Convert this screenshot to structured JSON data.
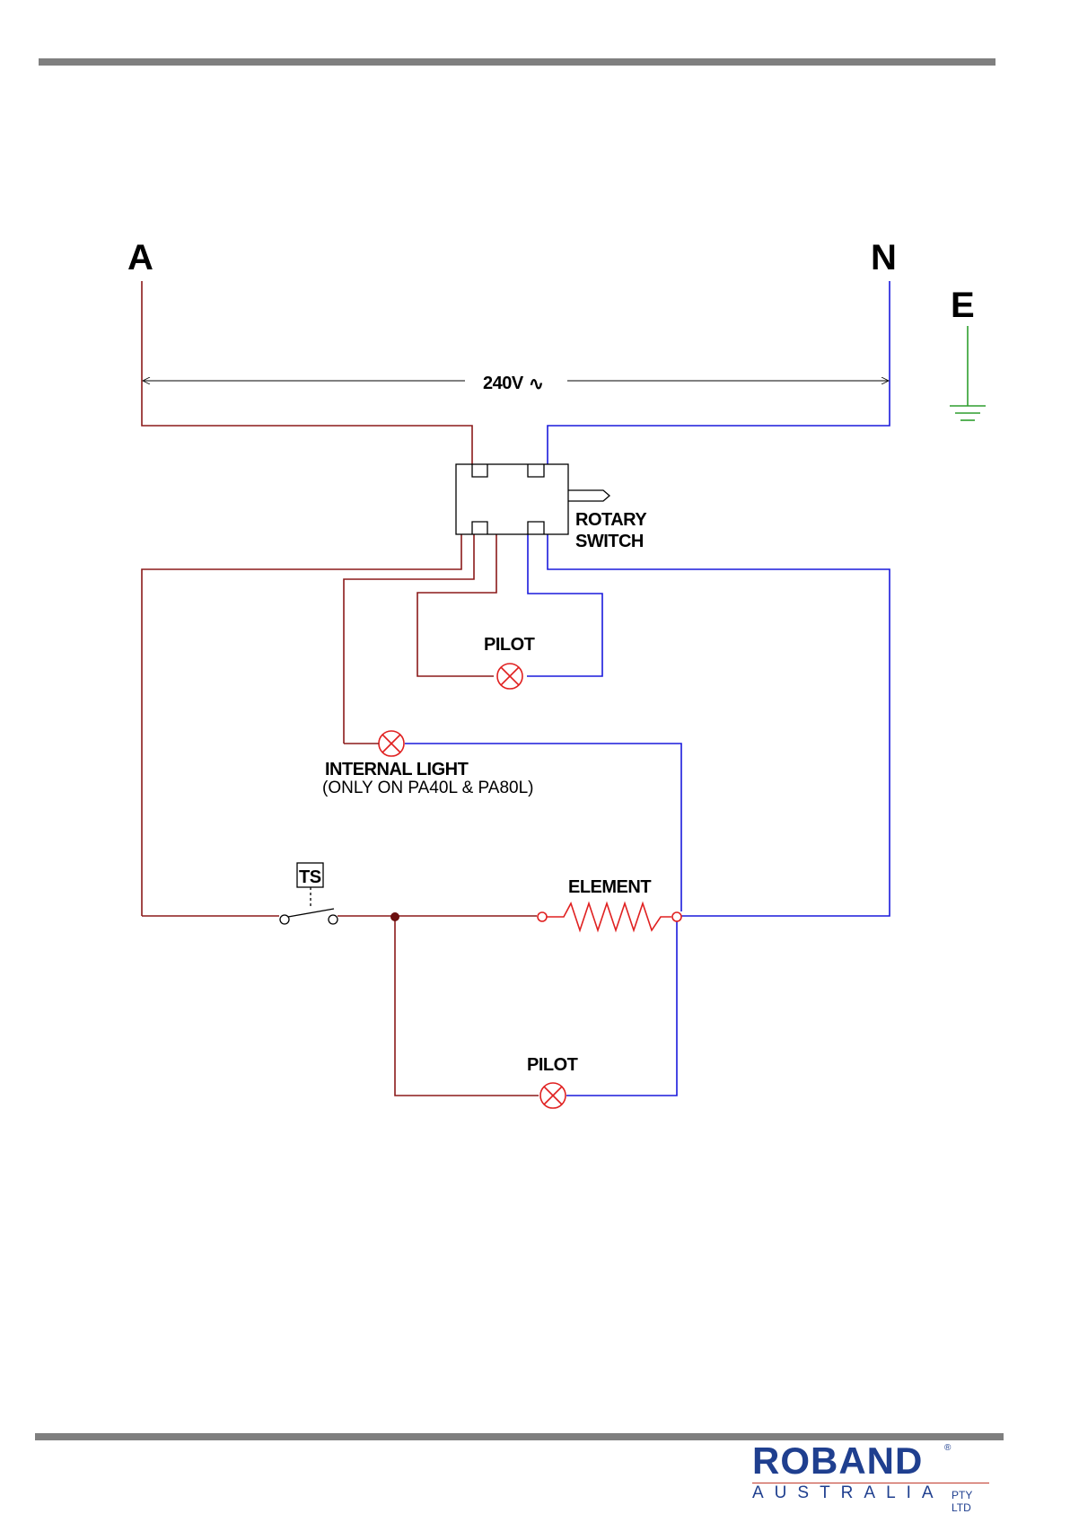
{
  "diagram": {
    "terminal_active": "A",
    "terminal_neutral": "N",
    "terminal_earth": "E",
    "voltage_label": "240V",
    "voltage_symbol": "∿",
    "switch_label_line1": "ROTARY",
    "switch_label_line2": "SWITCH",
    "pilot_top_label": "PILOT",
    "internal_light_label": "INTERNAL LIGHT",
    "internal_light_note": "(ONLY ON PA40L & PA80L)",
    "thermostat_label": "TS",
    "element_label": "ELEMENT",
    "pilot_bottom_label": "PILOT"
  },
  "colors": {
    "active_wire": "#8b1a1a",
    "neutral_wire": "#1a1adc",
    "earth_wire": "#2e9e2e",
    "component_red": "#e02020",
    "rule_gray": "#7f7f7f",
    "brand_blue": "#1f3f8f",
    "brand_red": "#c0392b"
  },
  "footer": {
    "brand_name": "ROBAND",
    "brand_registered": "®",
    "brand_country": "AUSTRALIA",
    "brand_suffix": "PTY LTD"
  }
}
